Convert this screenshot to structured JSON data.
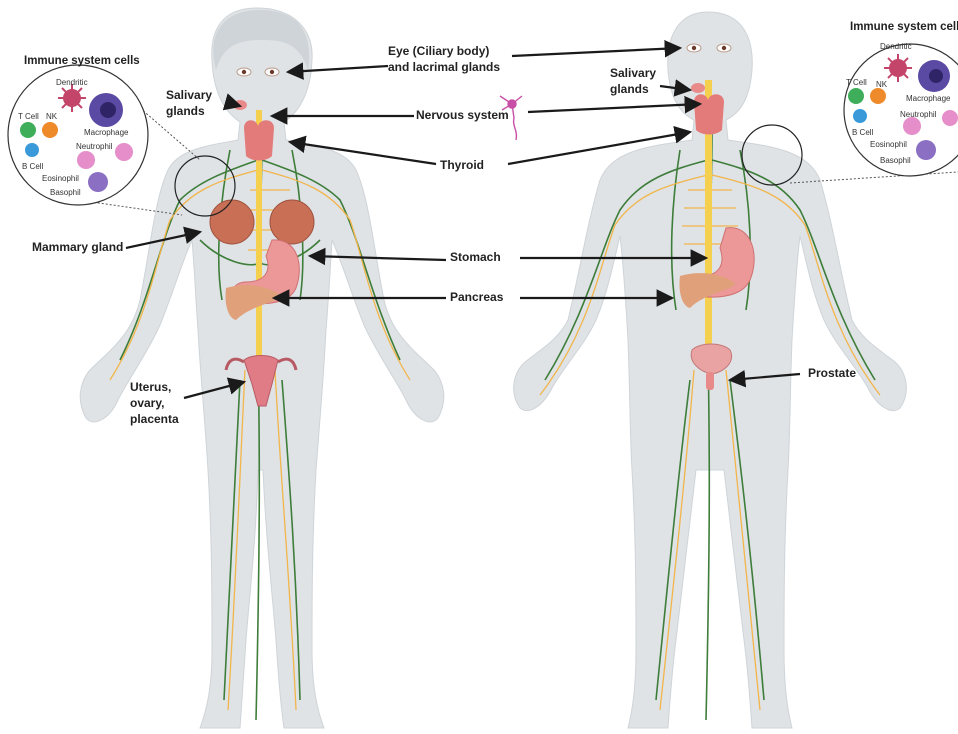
{
  "immune_panel": {
    "title": "Immune system cells",
    "cells": {
      "dendritic": "Dendritic",
      "t_cell": "T Cell",
      "nk": "NK",
      "macrophage": "Macrophage",
      "b_cell": "B Cell",
      "neutrophil": "Neutrophil",
      "eosinophil": "Eosinophil",
      "basophil": "Basophil"
    }
  },
  "labels": {
    "eye": "Eye (Ciliary body)",
    "eye_line2": "and lacrimal glands",
    "salivary": "Salivary",
    "salivary_line2": "glands",
    "nervous": "Nervous system",
    "thyroid": "Thyroid",
    "mammary": "Mammary gland",
    "stomach": "Stomach",
    "pancreas": "Pancreas",
    "uterus_line1": "Uterus,",
    "uterus_line2": "ovary,",
    "uterus_line3": "placenta",
    "prostate": "Prostate"
  },
  "colors": {
    "body": "#dfe3e6",
    "body_outline": "#c9ced2",
    "lymph": "#3e7d3a",
    "nerve": "#f2b54a",
    "organ": "#e98a8a",
    "arrow": "#1a1a1a"
  }
}
